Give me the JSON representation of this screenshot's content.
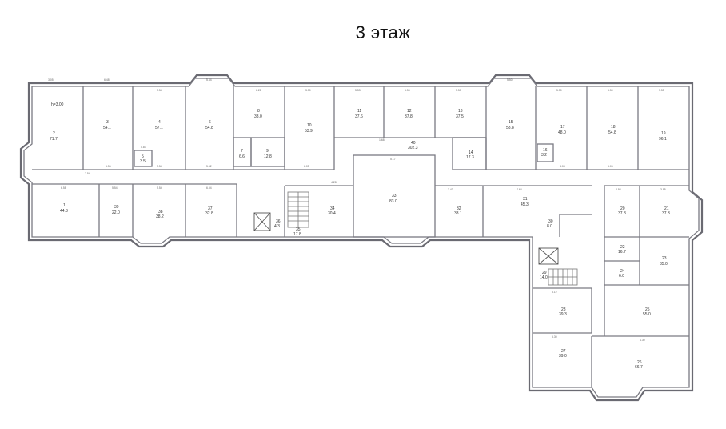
{
  "title": "3 этаж",
  "height_note": "h=3.00",
  "rooms": [
    {
      "id": "r2",
      "number": "2",
      "area": "71.7"
    },
    {
      "id": "r3",
      "number": "3",
      "area": "54.1"
    },
    {
      "id": "r4",
      "number": "4",
      "area": "57.1"
    },
    {
      "id": "r5",
      "number": "5",
      "area": "3.5"
    },
    {
      "id": "r6",
      "number": "6",
      "area": "54.8"
    },
    {
      "id": "r8",
      "number": "8",
      "area": "33.0"
    },
    {
      "id": "r7",
      "number": "7",
      "area": "6.6"
    },
    {
      "id": "r9",
      "number": "9",
      "area": "12.8"
    },
    {
      "id": "r10",
      "number": "10",
      "area": "53.9"
    },
    {
      "id": "r11",
      "number": "11",
      "area": "37.6"
    },
    {
      "id": "r12",
      "number": "12",
      "area": "37.8"
    },
    {
      "id": "r13",
      "number": "13",
      "area": "37.5"
    },
    {
      "id": "r14",
      "number": "14",
      "area": "17.3"
    },
    {
      "id": "r40",
      "number": "40",
      "area": "302.3"
    },
    {
      "id": "r15",
      "number": "15",
      "area": "58.8"
    },
    {
      "id": "r16",
      "number": "16",
      "area": "3.2"
    },
    {
      "id": "r17",
      "number": "17",
      "area": "48.0"
    },
    {
      "id": "r18",
      "number": "18",
      "area": "54.8"
    },
    {
      "id": "r19",
      "number": "19",
      "area": "96.1"
    },
    {
      "id": "r1",
      "number": "1",
      "area": "44.3"
    },
    {
      "id": "r39",
      "number": "39",
      "area": "22.0"
    },
    {
      "id": "r38",
      "number": "38",
      "area": "38.2"
    },
    {
      "id": "r37",
      "number": "37",
      "area": "32.8"
    },
    {
      "id": "r36",
      "number": "36",
      "area": "4.3"
    },
    {
      "id": "r35",
      "number": "35",
      "area": "17.8"
    },
    {
      "id": "r34",
      "number": "34",
      "area": "30.4"
    },
    {
      "id": "r33",
      "number": "33",
      "area": "83.0"
    },
    {
      "id": "r32",
      "number": "32",
      "area": "33.1"
    },
    {
      "id": "r31",
      "number": "31",
      "area": "45.3"
    },
    {
      "id": "r20",
      "number": "20",
      "area": "37.8"
    },
    {
      "id": "r21",
      "number": "21",
      "area": "37.3"
    },
    {
      "id": "r30",
      "number": "30",
      "area": "8.0"
    },
    {
      "id": "r22",
      "number": "22",
      "area": "16.7"
    },
    {
      "id": "r23",
      "number": "23",
      "area": "35.0"
    },
    {
      "id": "r24",
      "number": "24",
      "area": "6.0"
    },
    {
      "id": "r29",
      "number": "29",
      "area": "14.0"
    },
    {
      "id": "r28",
      "number": "28",
      "area": "39.3"
    },
    {
      "id": "r25",
      "number": "25",
      "area": "55.0"
    },
    {
      "id": "r27",
      "number": "27",
      "area": "39.0"
    },
    {
      "id": "r26",
      "number": "26",
      "area": "66.7"
    }
  ],
  "dimensions": [
    "3.05",
    "6.48",
    "5.54",
    "5.54",
    "6.28",
    "3.50",
    "5.53",
    "6.55",
    "5.50",
    "5.50",
    "5.50",
    "5.50",
    "3.55",
    "5.56",
    "5.54",
    "5.52",
    "6.05",
    "4.08",
    "5.06",
    "6.58",
    "5.54",
    "5.54",
    "6.04",
    "4.28",
    "2.54",
    "0.87",
    "1.68",
    "5.17",
    "3.43",
    "7.68",
    "2.98",
    "3.85",
    "5.12",
    "4.30",
    "5.30"
  ]
}
